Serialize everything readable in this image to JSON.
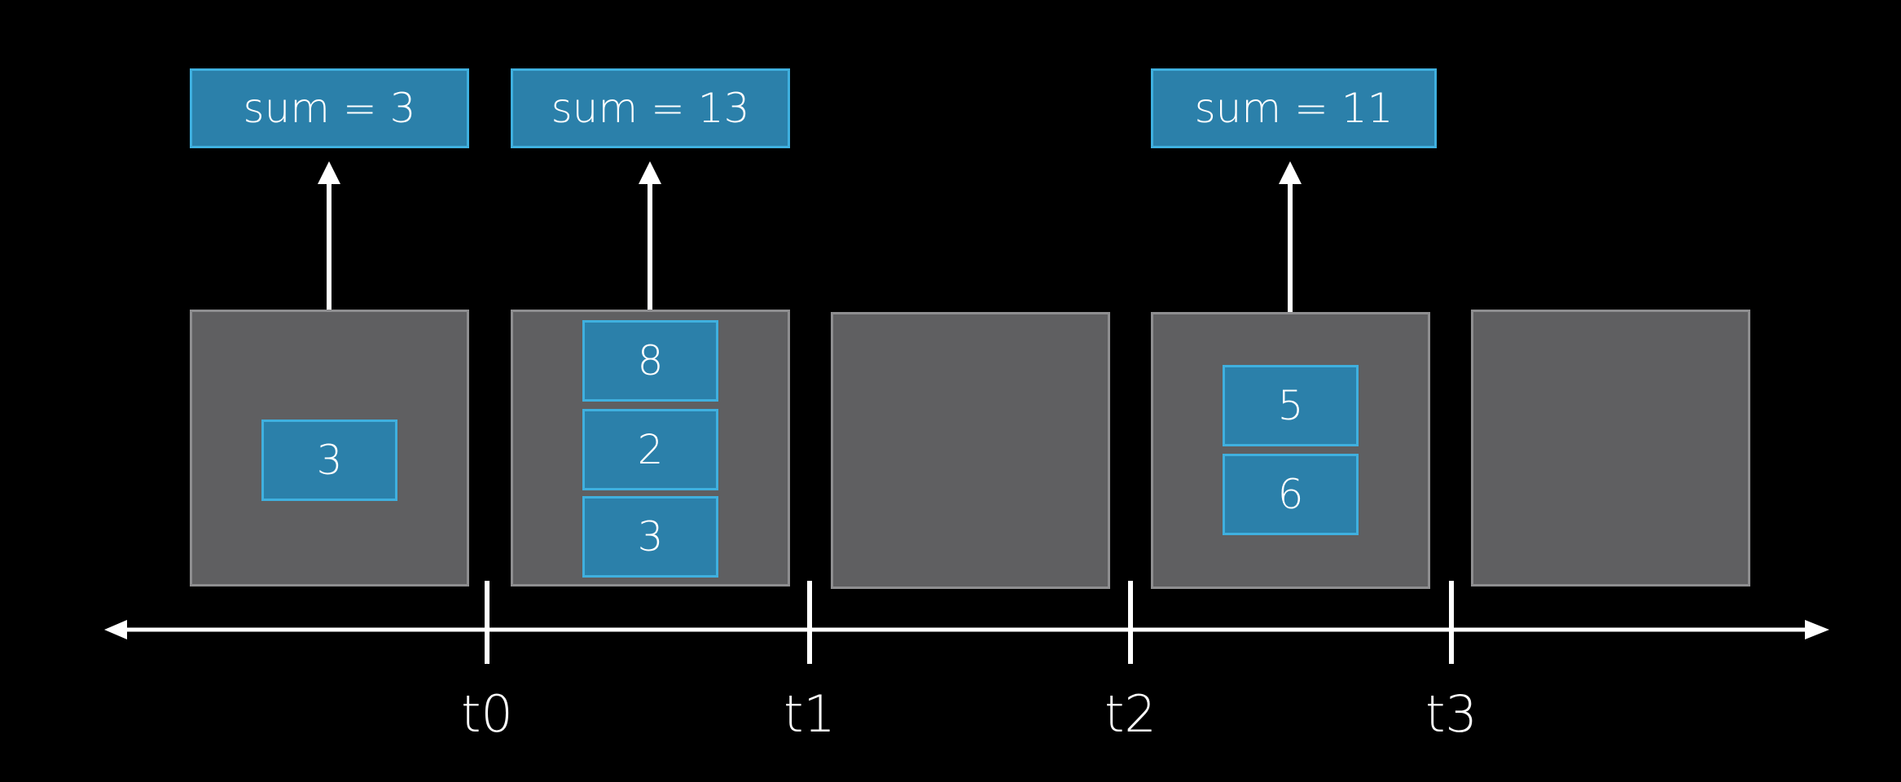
{
  "timeline": {
    "ticks": [
      "t0",
      "t1",
      "t2",
      "t3"
    ]
  },
  "windows": [
    {
      "items": [
        "3"
      ],
      "sum": "sum = 3"
    },
    {
      "items": [
        "8",
        "2",
        "3"
      ],
      "sum": "sum = 13"
    },
    {
      "items": [],
      "sum": null
    },
    {
      "items": [
        "5",
        "6"
      ],
      "sum": "sum = 11"
    },
    {
      "items": [],
      "sum": null
    }
  ],
  "colors": {
    "background": "#000000",
    "window_fill": "#5f5f61",
    "window_border": "#8e8e90",
    "item_fill": "#2b80aa",
    "item_border": "#3fb0df",
    "line": "#ffffff"
  }
}
